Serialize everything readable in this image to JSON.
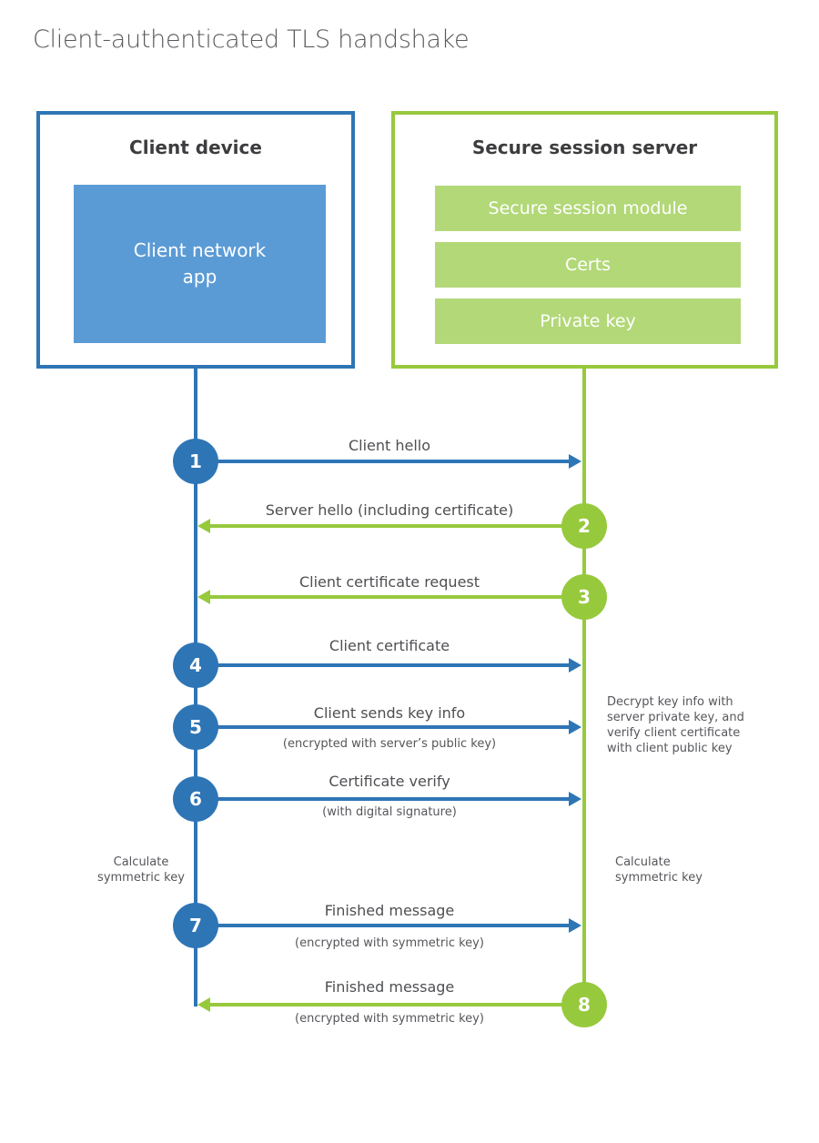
{
  "title": "Client-authenticated TLS handshake",
  "client": {
    "title": "Client device",
    "app_label": "Client network app"
  },
  "server": {
    "title": "Secure session server",
    "modules": [
      "Secure session module",
      "Certs",
      "Private key"
    ]
  },
  "messages": [
    {
      "num": "1",
      "label": "Client hello",
      "sub": "",
      "direction": "right",
      "color": "blue"
    },
    {
      "num": "2",
      "label": "Server hello (including certificate)",
      "sub": "",
      "direction": "left",
      "color": "green"
    },
    {
      "num": "3",
      "label": "Client certificate request",
      "sub": "",
      "direction": "left",
      "color": "green"
    },
    {
      "num": "4",
      "label": "Client certificate",
      "sub": "",
      "direction": "right",
      "color": "blue"
    },
    {
      "num": "5",
      "label": "Client sends key info",
      "sub": "(encrypted with server’s public key)",
      "direction": "right",
      "color": "blue"
    },
    {
      "num": "6",
      "label": "Certificate verify",
      "sub": "(with digital signature)",
      "direction": "right",
      "color": "blue"
    },
    {
      "num": "7",
      "label": "Finished message",
      "sub": "(encrypted with symmetric key)",
      "direction": "right",
      "color": "blue"
    },
    {
      "num": "8",
      "label": "Finished message",
      "sub": "(encrypted with symmetric key)",
      "direction": "left",
      "color": "green"
    }
  ],
  "annotations": {
    "decrypt_note": "Decrypt key info with server private key, and verify client certificate with client public key",
    "decrypt_lines": [
      "Decrypt key info with",
      "server private key, and",
      "verify client certificate",
      "with client public key"
    ],
    "calc_left": "Calculate symmetric key",
    "calc_right": "Calculate symmetric key"
  },
  "colors": {
    "blue": "#2e75b6",
    "blue_light": "#5b9bd5",
    "green": "#97c93d",
    "green_light": "#b2d878",
    "text_dark": "#3d3d3f",
    "text_gray": "#55565a"
  }
}
